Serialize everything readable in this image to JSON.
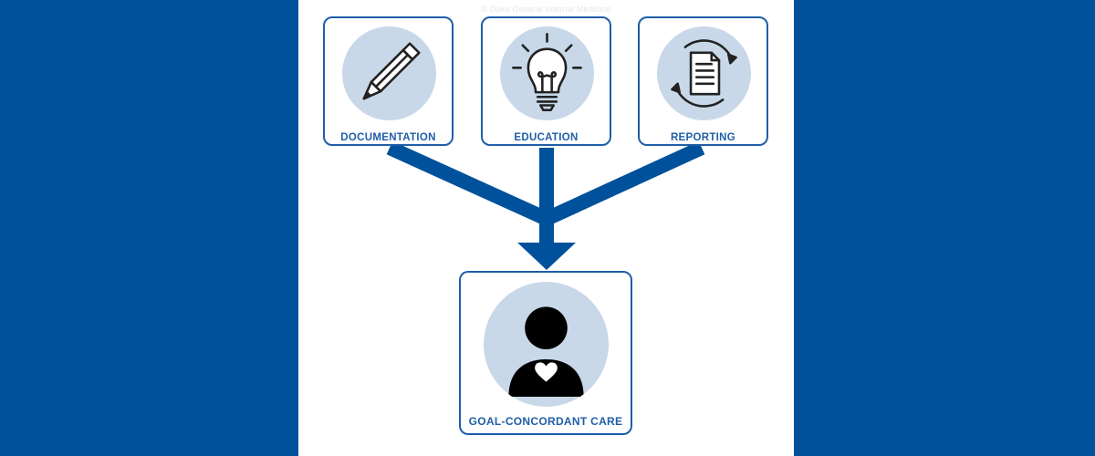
{
  "watermark": "© Duke General Internal Medicine",
  "colors": {
    "frame": "#00519b",
    "accent": "#1f5ea8",
    "circle": "#c8d8e8"
  },
  "nodes": {
    "documentation": {
      "label": "DOCUMENTATION",
      "icon": "pencil-icon"
    },
    "education": {
      "label": "EDUCATION",
      "icon": "lightbulb-icon"
    },
    "reporting": {
      "label": "REPORTING",
      "icon": "document-cycle-icon"
    },
    "goal": {
      "label": "GOAL-CONCORDANT CARE",
      "icon": "person-heart-icon"
    }
  }
}
